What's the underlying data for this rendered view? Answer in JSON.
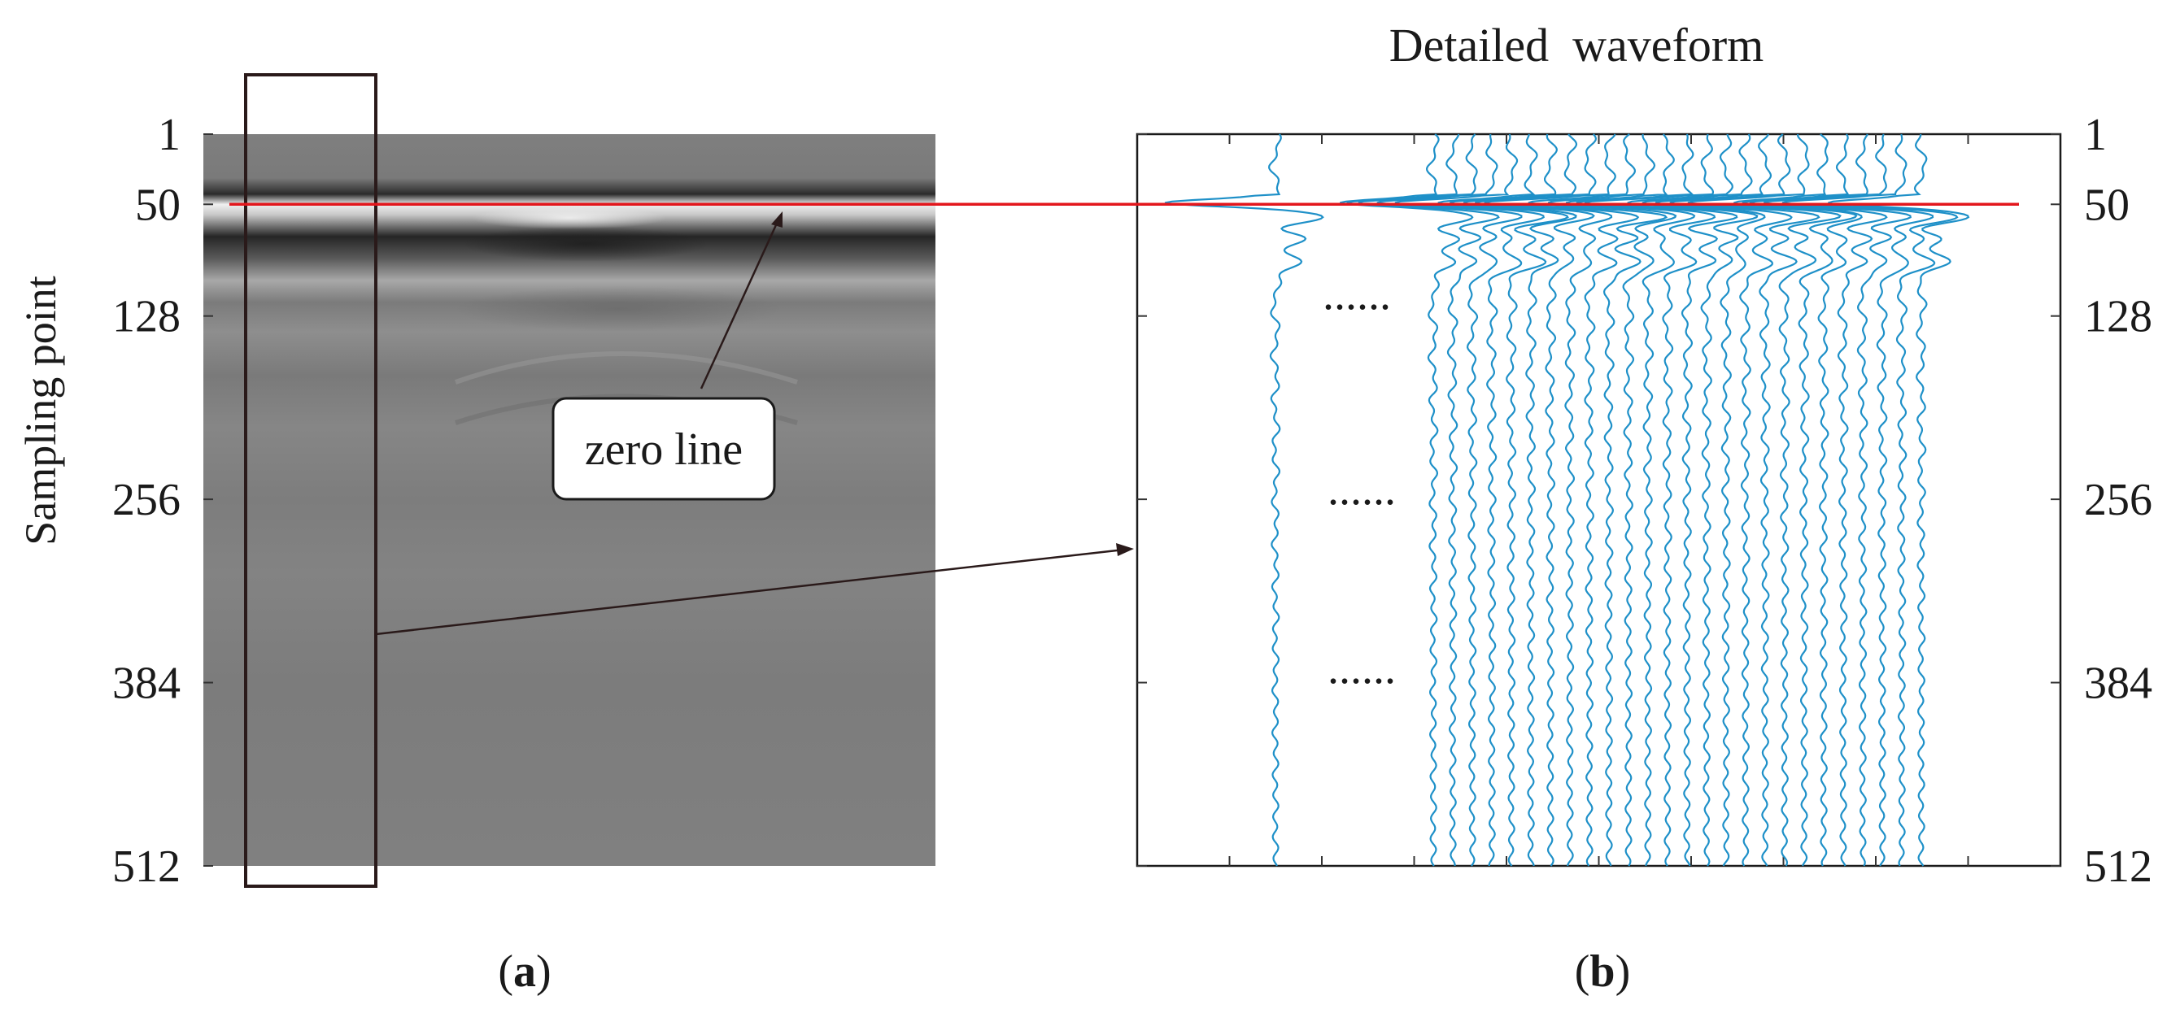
{
  "chart_data": [
    {
      "type": "heatmap",
      "panel_label": "(a)",
      "ylabel": "Sampling point",
      "yticks": [
        1,
        50,
        128,
        256,
        384,
        512
      ],
      "ylim": [
        1,
        512
      ],
      "colormap": "gray",
      "annotation": "zero line",
      "zero_line_sample": 50
    },
    {
      "type": "line",
      "panel_label": "(b)",
      "title": "Detailed  waveform",
      "yticks": [
        1,
        50,
        128,
        256,
        384,
        512
      ],
      "ylim": [
        1,
        512
      ],
      "y_axis_side": "right",
      "zero_line_sample": 50,
      "ellipsis": "......",
      "series_count": 26,
      "series_color": "#1e90c8",
      "zero_line_color": "#e3161c"
    }
  ]
}
